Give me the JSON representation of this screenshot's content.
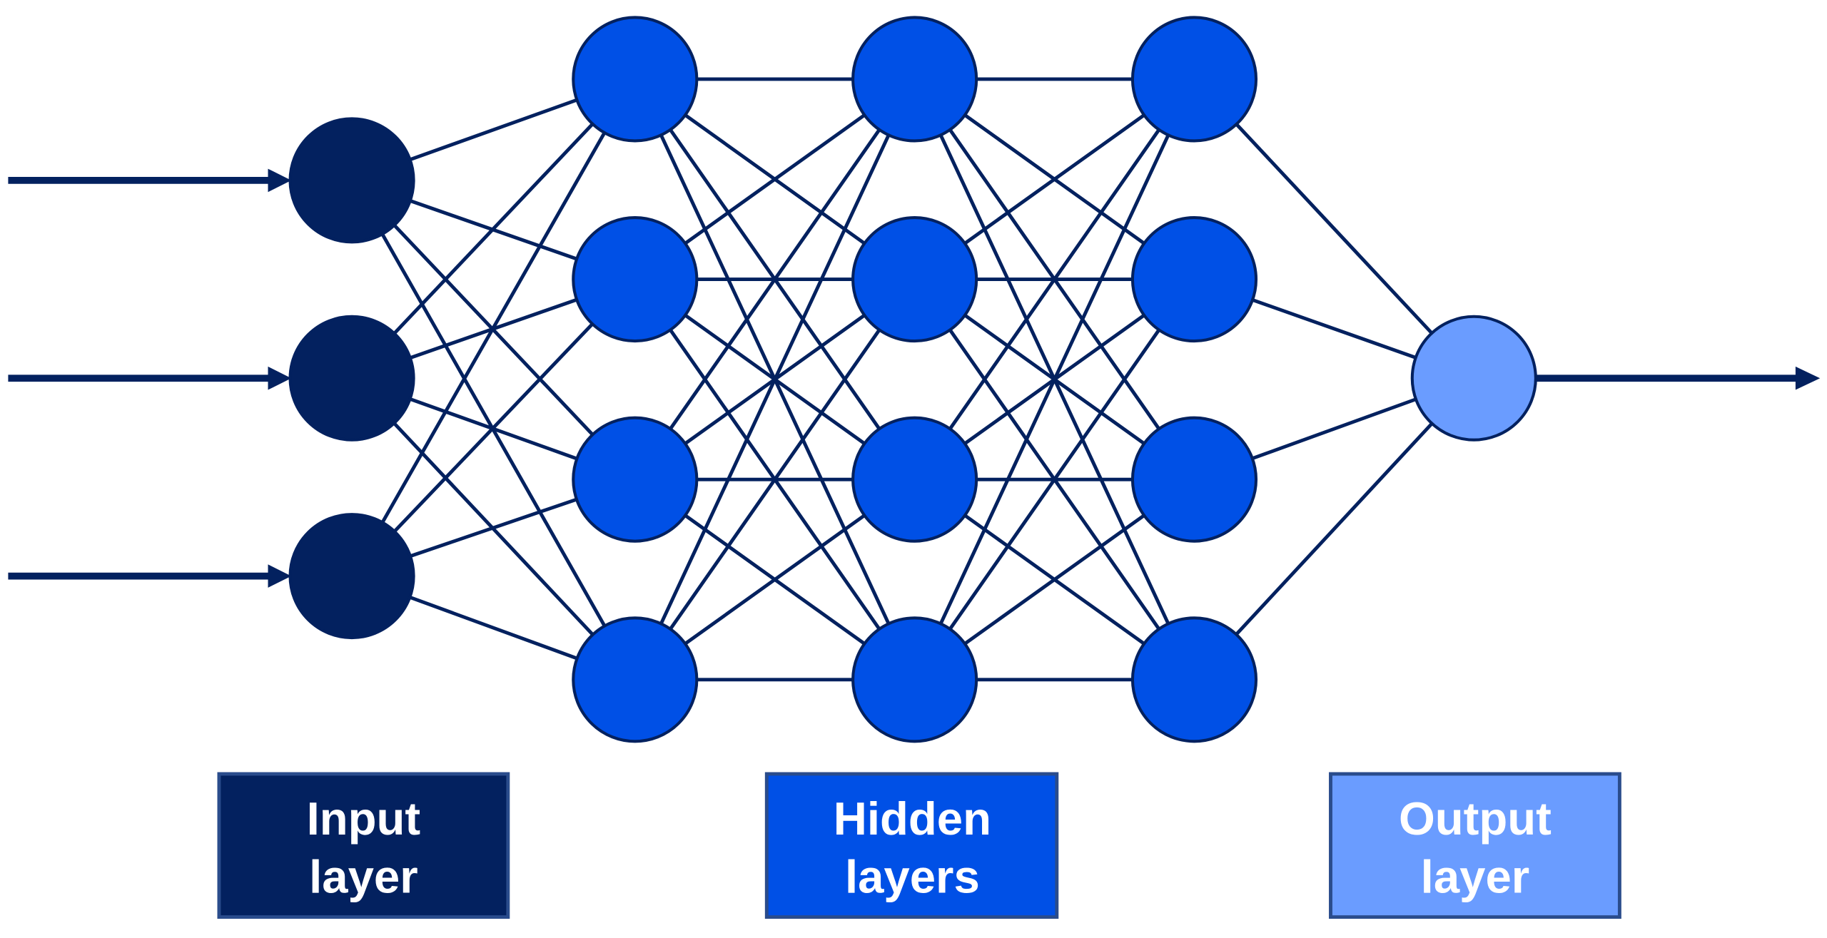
{
  "diagram": {
    "title": "Neural network layers",
    "colors": {
      "input": "#03215F",
      "hidden": "#0050E6",
      "output": "#6A9CFF",
      "edge": "#03215F"
    },
    "layers": [
      {
        "id": "input",
        "kind": "input",
        "node_count": 3
      },
      {
        "id": "hidden1",
        "kind": "hidden",
        "node_count": 4
      },
      {
        "id": "hidden2",
        "kind": "hidden",
        "node_count": 4
      },
      {
        "id": "hidden3",
        "kind": "hidden",
        "node_count": 4
      },
      {
        "id": "output",
        "kind": "output",
        "node_count": 1
      }
    ],
    "input_arrows": 3,
    "output_arrows": 1,
    "labels": {
      "input": {
        "line1": "Input",
        "line2": "layer"
      },
      "hidden": {
        "line1": "Hidden",
        "line2": "layers"
      },
      "output": {
        "line1": "Output",
        "line2": "layer"
      }
    }
  }
}
